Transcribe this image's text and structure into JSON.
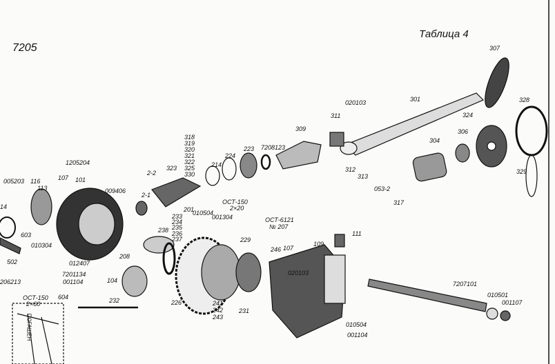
{
  "sheet": {
    "number": "7205",
    "table": "Таблица 4"
  },
  "labels": [
    "307",
    "301",
    "020103",
    "311",
    "328",
    "324",
    "306",
    "304",
    "309",
    "318",
    "319",
    "320",
    "321",
    "322",
    "325",
    "330",
    "323",
    "2-2",
    "214",
    "224",
    "223",
    "7208123",
    "312",
    "313",
    "053-2",
    "317",
    "329",
    "1205204",
    "005203",
    "116",
    "113",
    "107",
    "101",
    "009406",
    "2-1",
    "201",
    "010504",
    "001304",
    "ОСТ-150",
    "2×20",
    "14",
    "238",
    "233",
    "234",
    "235",
    "236",
    "237",
    "603",
    "010304",
    "502",
    "012407",
    "7201134",
    "001104",
    "206213",
    "208",
    "104",
    "ОСТ-150",
    "2×60",
    "604",
    "232",
    "226",
    "229",
    "ОСТ-6121",
    "№ 207",
    "246",
    "107",
    "109",
    "111",
    "020103",
    "241",
    "242",
    "243",
    "231",
    "010504",
    "001104",
    "7207101",
    "010501",
    "001107"
  ],
  "stamp_text": "ПОГАШЕН"
}
